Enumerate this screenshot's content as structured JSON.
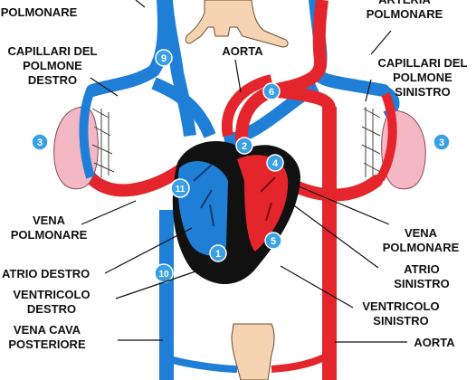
{
  "labels": {
    "polmonare_top": "POLMONARE",
    "arteria_polmonare_l1": "ARTERIA",
    "arteria_polmonare_l2": "POLMONARE",
    "capillari_destro_l1": "CAPILLARI DEL",
    "capillari_destro_l2": "POLMONE",
    "capillari_destro_l3": "DESTRO",
    "aorta_top": "AORTA",
    "capillari_sinistro_l1": "CAPILLARI DEL",
    "capillari_sinistro_l2": "POLMONE",
    "capillari_sinistro_l3": "SINISTRO",
    "vena_polmonare_left_l1": "VENA",
    "vena_polmonare_left_l2": "POLMONARE",
    "vena_polmonare_right_l1": "VENA",
    "vena_polmonare_right_l2": "POLMONARE",
    "atrio_destro": "ATRIO DESTRO",
    "atrio_sinistro_l1": "ATRIO",
    "atrio_sinistro_l2": "SINISTRO",
    "ventricolo_destro_l1": "VENTRICOLO",
    "ventricolo_destro_l2": "DESTRO",
    "ventricolo_sinistro_l1": "VENTRICOLO",
    "ventricolo_sinistro_l2": "SINISTRO",
    "vena_cava_l1": "VENA CAVA",
    "vena_cava_l2": "POSTERIORE",
    "aorta_bottom": "AORTA"
  },
  "markers": {
    "m1": "1",
    "m2": "2",
    "m3_left": "3",
    "m3_right": "3",
    "m4": "4",
    "m5": "5",
    "m6": "6",
    "m9": "9",
    "m10": "10",
    "m11": "11"
  },
  "colors": {
    "oxygenated": "#e4252c",
    "deoxygenated": "#1f7fd6",
    "marker": "#3aa0e4",
    "lung": "#f4b8c4",
    "body": "#f6d3b3",
    "heart_dark": "#111111"
  }
}
